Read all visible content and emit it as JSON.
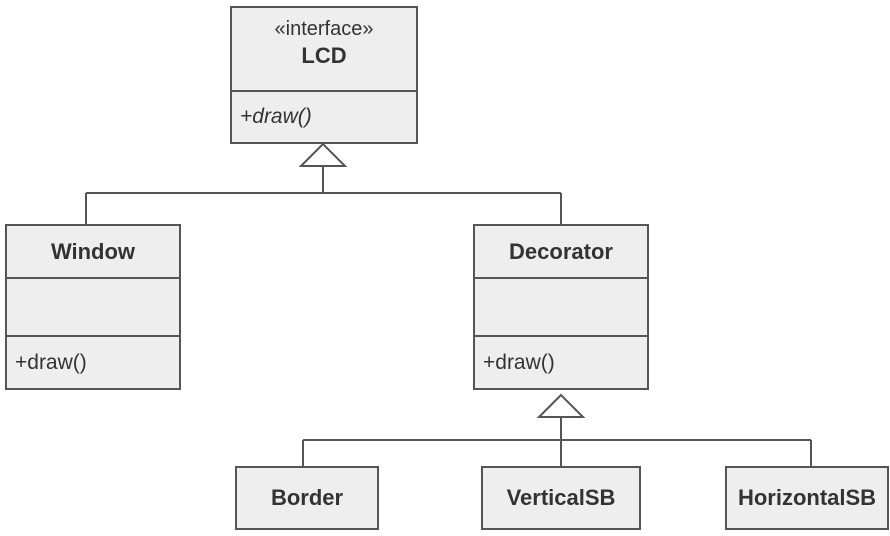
{
  "classes": {
    "lcd": {
      "stereotype": "«interface»",
      "name": "LCD",
      "operation": "+draw()"
    },
    "window": {
      "name": "Window",
      "operation": "+draw()"
    },
    "decorator": {
      "name": "Decorator",
      "operation": "+draw()"
    },
    "border": {
      "name": "Border"
    },
    "vertical_sb": {
      "name": "VerticalSB"
    },
    "horizontal_sb": {
      "name": "HorizontalSB"
    }
  },
  "relations": [
    {
      "type": "realization",
      "from": "Window",
      "to": "LCD"
    },
    {
      "type": "realization",
      "from": "Decorator",
      "to": "LCD"
    },
    {
      "type": "generalization",
      "from": "Border",
      "to": "Decorator"
    },
    {
      "type": "generalization",
      "from": "VerticalSB",
      "to": "Decorator"
    },
    {
      "type": "generalization",
      "from": "HorizontalSB",
      "to": "Decorator"
    }
  ],
  "colors": {
    "fill": "#eeeeee",
    "stroke": "#555555",
    "text": "#333333"
  }
}
